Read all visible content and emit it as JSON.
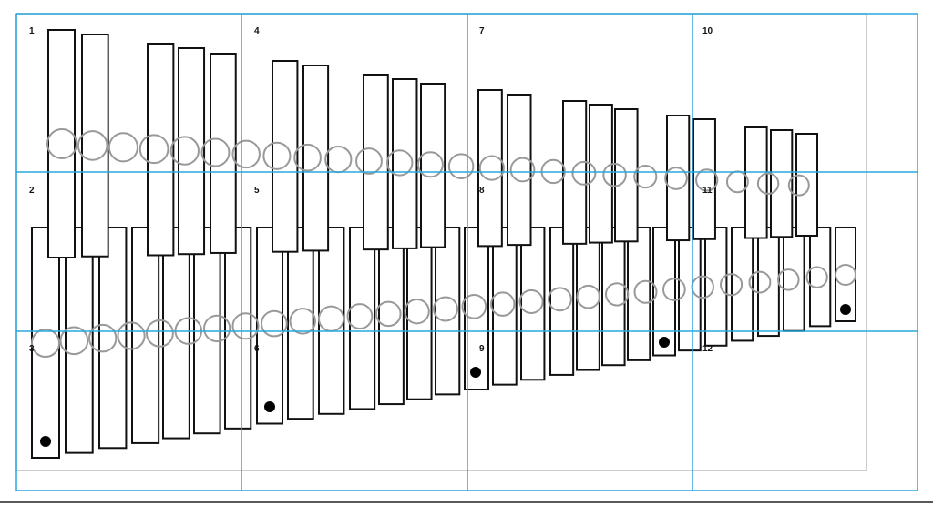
{
  "diagram": {
    "title": "Tiled print layout of xylophone bars",
    "page_labels": [
      "1",
      "2",
      "3",
      "4",
      "5",
      "6",
      "7",
      "8",
      "9",
      "10",
      "11",
      "12"
    ],
    "natural_bar_count": 29,
    "sharp_bar_count": 20,
    "marker_dot_count": 5,
    "colors": {
      "grid": "#29a8e0",
      "bar_stroke": "#111111",
      "circle": "#999999",
      "page_border": "#bbbbbb"
    }
  }
}
